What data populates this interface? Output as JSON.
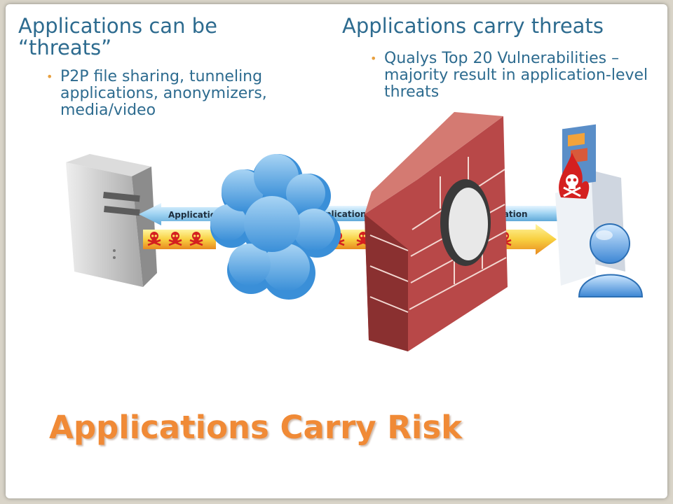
{
  "slide": {
    "left_title": "Applications can be “threats”",
    "left_bullet": "P2P file sharing, tunneling applications, anonymizers, media/video",
    "right_title": "Applications carry threats",
    "right_bullet": "Qualys Top 20 Vulnerabilities – majority result in application-level threats",
    "footer_title": "Applications Carry Risk"
  },
  "diagram": {
    "labels": [
      "Application",
      "Application",
      "Application"
    ],
    "icons": [
      "server-icon",
      "cloud-icon",
      "firewall-icon",
      "infected-computer-icon",
      "user-icon",
      "skull-flame-icon",
      "skull-icon"
    ]
  },
  "colors": {
    "title_blue": "#2d6b8f",
    "accent_orange": "#f08a36",
    "bullet_orange": "#e8a040",
    "brick_red": "#b84848",
    "arrow_blue": "#8ec8ea",
    "threat_yellow": "#f8d040"
  }
}
